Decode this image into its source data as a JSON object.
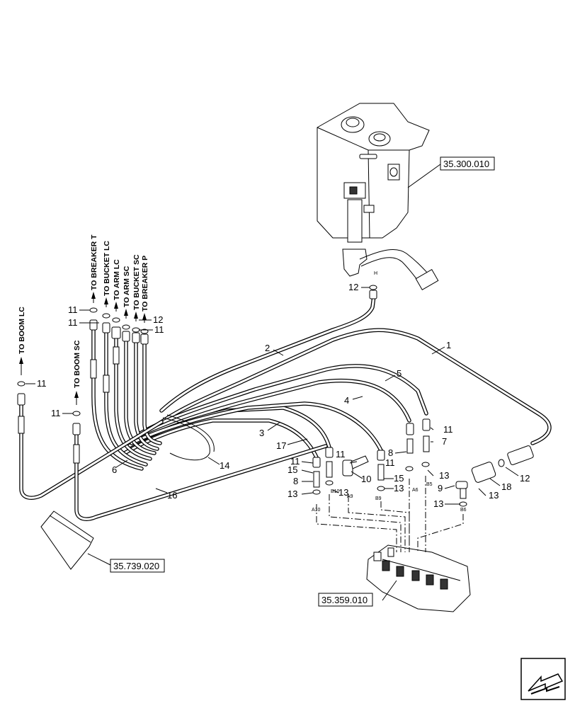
{
  "refs": {
    "tank": "35.300.010",
    "guard": "35.739.020",
    "valve": "35.359.010"
  },
  "destinations": {
    "boom_lc": "TO BOOM LC",
    "boom_sc": "TO BOOM SC",
    "breaker_t": "TO BREAKER T",
    "bucket_lc": "TO BUCKET LC",
    "arm_lc": "TO ARM LC",
    "arm_sc": "TO ARM SC",
    "bucket_sc": "TO BUCKET SC",
    "breaker_p": "TO BREAKER P"
  },
  "ports": {
    "h": "H",
    "a10": "A10",
    "b10": "B10",
    "a9": "A9",
    "b9": "B9",
    "a6": "A6",
    "b5": "B5",
    "b6": "B6"
  },
  "callouts": {
    "n1": "1",
    "n2": "2",
    "n3": "3",
    "n4": "4",
    "n5": "5",
    "n6": "6",
    "n7": "7",
    "n8": "8",
    "n9": "9",
    "n10": "10",
    "n11": "11",
    "n12": "12",
    "n13": "13",
    "n14": "14",
    "n15": "15",
    "n16": "16",
    "n17": "17",
    "n18": "18"
  }
}
